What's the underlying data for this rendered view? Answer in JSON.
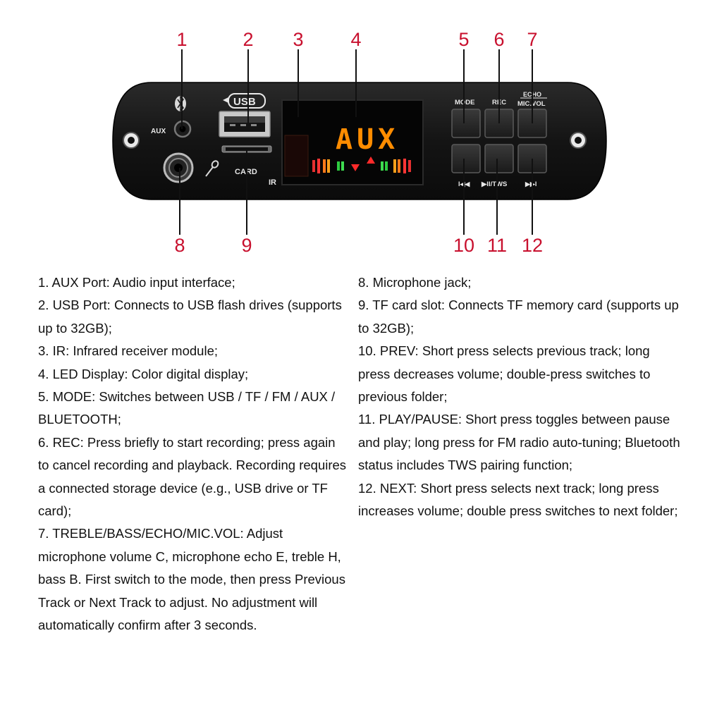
{
  "callouts": [
    "1",
    "2",
    "3",
    "4",
    "5",
    "6",
    "7",
    "8",
    "9",
    "10",
    "11",
    "12"
  ],
  "panel": {
    "aux_label": "AUX",
    "usb_label": "USB",
    "card_label": "CARD",
    "ir_label": "IR",
    "display_text": "AUX",
    "mode_label": "MODE",
    "rec_label": "REC",
    "echo_label": "ECHO",
    "micvol_label": "MIC.VOL",
    "play_tws_label": "▶II/TWS",
    "prev_symbol": "I◀◀",
    "next_symbol": "▶▶I"
  },
  "descriptions": {
    "left": [
      "1. AUX Port: Audio input interface;",
      "2. USB Port: Connects to USB flash drives (supports up to 32GB);",
      "3. IR: Infrared receiver module;",
      "4. LED Display: Color digital display;",
      "5. MODE: Switches between USB / TF / FM / AUX / BLUETOOTH;",
      "6. REC: Press briefly to start recording; press again to cancel recording and playback. Recording requires a connected storage device (e.g., USB drive or TF card);",
      "7. TREBLE/BASS/ECHO/MIC.VOL: Adjust microphone volume C, microphone echo E, treble H, bass B. First switch to the mode, then press Previous Track or Next Track to adjust. No adjustment will automatically confirm after 3 seconds."
    ],
    "right": [
      "8. Microphone jack;",
      "9. TF card slot: Connects TF memory card (supports up to 32GB);",
      "10. PREV: Short press selects previous track; long press decreases volume; double-press switches to previous folder;",
      "11. PLAY/PAUSE: Short press toggles between pause and play; long press for FM radio auto-tuning; Bluetooth status includes TWS pairing function;",
      "12. NEXT: Short press selects next track; long press increases volume; double press switches to next folder;"
    ]
  },
  "colors": {
    "callout": "#c8102e",
    "panel": "#141414",
    "display_text": "#ff8c00"
  }
}
